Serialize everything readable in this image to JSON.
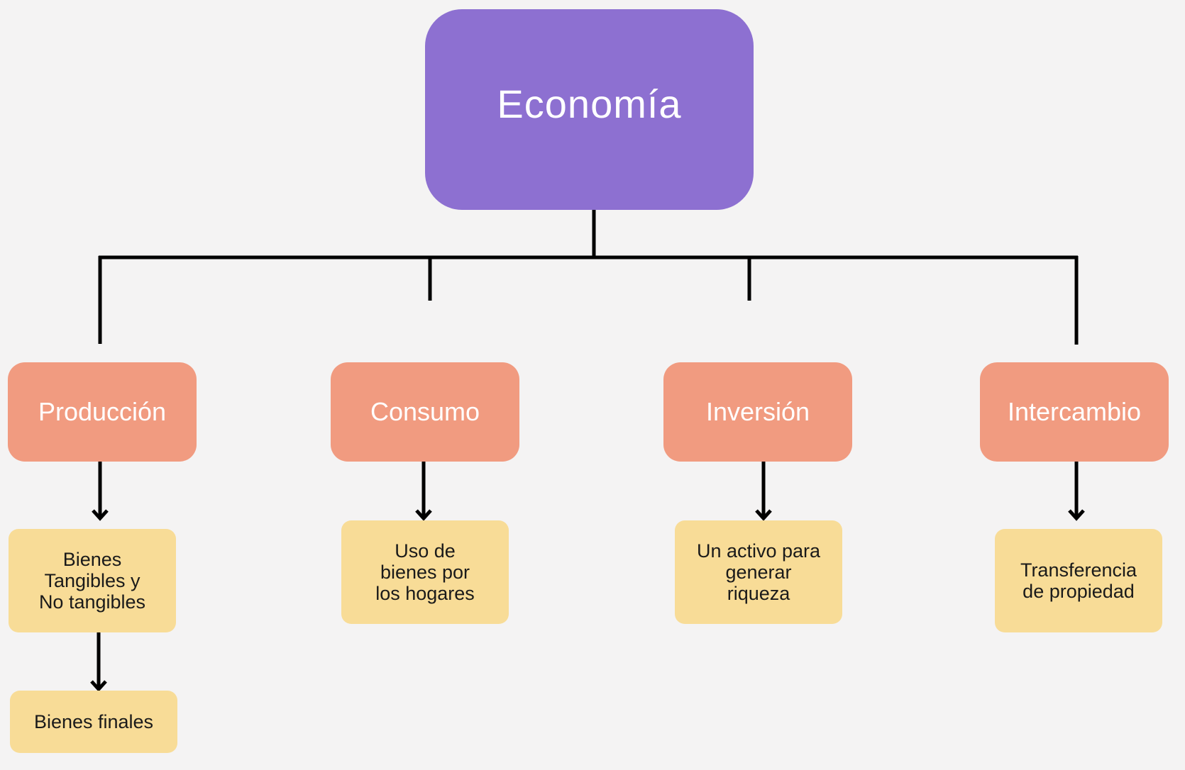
{
  "root": {
    "label": "Economía"
  },
  "branches": [
    {
      "label": "Producción",
      "detail": "Bienes\nTangibles y\nNo tangibles",
      "sub": "Bienes finales"
    },
    {
      "label": "Consumo",
      "detail": "Uso de\nbienes por\nlos hogares"
    },
    {
      "label": "Inversión",
      "detail": "Un activo para\ngenerar\nriqueza"
    },
    {
      "label": "Intercambio",
      "detail": "Transferencia\nde propiedad"
    }
  ],
  "colors": {
    "root": "#8d70d1",
    "branch": "#f19b80",
    "leaf": "#f8dc97",
    "connector": "#000000",
    "background": "#f4f3f3"
  }
}
